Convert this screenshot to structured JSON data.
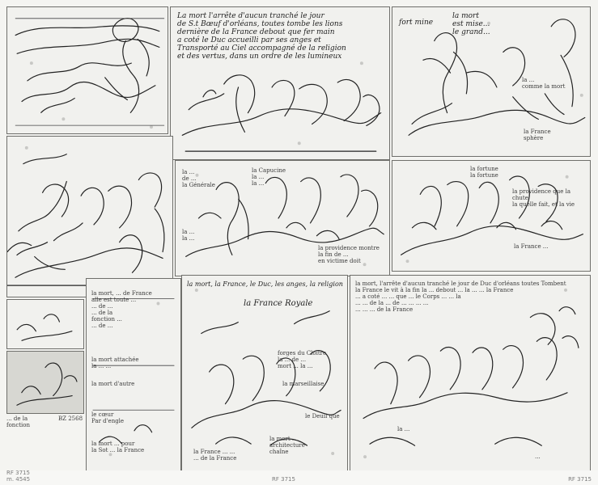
{
  "notes": {
    "top_caption": "La mort l'arrête d'aucun tranché le jour\nde S.t Bœuf d'orléans, toutes tombe les lions\ndernière de la France debout que fer main\na coté le Duc accueilli par ses anges et\nTransporté au Ciel accompagné de la religion\net des vertus, dans un ordre de les lumineux",
    "top_right_left": "fort mine",
    "top_right_mid": "la mort\nest mise...\nle grand...",
    "top_right_small": "la ...\ncomme la mort",
    "france_sphere": "la France\nsphère",
    "middle_left": "la ...\nde ...\nla Générale",
    "middle_center": "la Capucine\nla ...\nla ...",
    "middle_small": "la ...\nla ...",
    "providence": "la providence montre\nla fin de ...\nen victime doit",
    "right_top": "la fortune\nla fortune",
    "right_mid": "la providence que la chute\nla quelle fait, et la vie",
    "right_bottom": "la France ...",
    "lower_top_left": "la mort, la France, le Duc, les anges, la religion",
    "lower_title": "la France Royale",
    "lower_left_block": "la mort, ... de France\nalle est toute ...\n... de ...\n... de la\nfonction ...\n... de ...",
    "lower_mid_1": "la mort attachée\nla ... ...",
    "lower_mid_2": "la mort d'autre",
    "lower_mid_3": "le cœur\nPar d'engle",
    "lower_mid_4": "la mort ... pour\nla Sot ... la France",
    "lower_mid_5": "la France ... ...\n... de la France",
    "lower_center": "forges du Cloître\nla ... de ...\nmort ... la ...",
    "lower_center_2": "la marseillaise",
    "lower_center_3": "le Deuil que",
    "lower_center_4": "la mort ...\narchitecture\nchaîne",
    "lower_right_text": "la mort, l'arrête d'aucun tranché le jour de Duc d'orléans toutes Tombent\nla France le vit à la fin la ... debout ... la ... ... la France\n... a coté ... ... que ... le Corps ... ... la\n... ... de la ... de ... ... ... ...\n... ... ... de la France",
    "inset_label": "... de la\nfonction",
    "inset_number": "BZ 2568",
    "lower_small_a": "la ...",
    "lower_small_b": "..."
  },
  "stamps": {
    "left": "RF 3715\nm. 4545",
    "center": "RF 3715",
    "right": "RF 3715"
  }
}
